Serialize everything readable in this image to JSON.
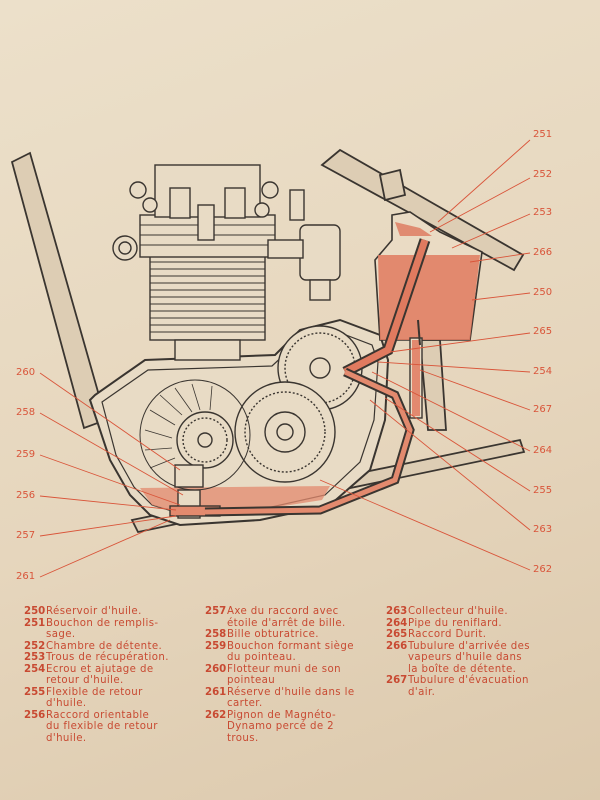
{
  "callouts": [
    {
      "id": "251",
      "label": "251"
    },
    {
      "id": "252",
      "label": "252"
    },
    {
      "id": "253",
      "label": "253"
    },
    {
      "id": "266",
      "label": "266"
    },
    {
      "id": "250",
      "label": "250"
    },
    {
      "id": "265",
      "label": "265"
    },
    {
      "id": "254",
      "label": "254"
    },
    {
      "id": "267",
      "label": "267"
    },
    {
      "id": "264",
      "label": "264"
    },
    {
      "id": "255",
      "label": "255"
    },
    {
      "id": "263",
      "label": "263"
    },
    {
      "id": "262",
      "label": "262"
    },
    {
      "id": "260",
      "label": "260"
    },
    {
      "id": "258",
      "label": "258"
    },
    {
      "id": "259",
      "label": "259"
    },
    {
      "id": "256",
      "label": "256"
    },
    {
      "id": "257",
      "label": "257"
    },
    {
      "id": "261",
      "label": "261"
    }
  ],
  "legend": {
    "col1": [
      {
        "num": "250",
        "text": "Réservoir d'huile."
      },
      {
        "num": "251",
        "text": "Bouchon de remplis-"
      },
      {
        "num": "",
        "text": "sage."
      },
      {
        "num": "252",
        "text": "Chambre de détente."
      },
      {
        "num": "253",
        "text": "Trous de récupération."
      },
      {
        "num": "254",
        "text": "Ecrou et ajutage de"
      },
      {
        "num": "",
        "text": "retour d'huile."
      },
      {
        "num": "255",
        "text": "Flexible de retour"
      },
      {
        "num": "",
        "text": "d'huile."
      },
      {
        "num": "256",
        "text": "Raccord orientable"
      },
      {
        "num": "",
        "text": "du flexible de retour"
      },
      {
        "num": "",
        "text": "d'huile."
      }
    ],
    "col2": [
      {
        "num": "257",
        "text": "Axe du raccord avec"
      },
      {
        "num": "",
        "text": "étoile d'arrêt de bille."
      },
      {
        "num": "258",
        "text": "Bille obturatrice."
      },
      {
        "num": "259",
        "text": "Bouchon formant siège"
      },
      {
        "num": "",
        "text": "du pointeau."
      },
      {
        "num": "260",
        "text": "Flotteur muni de son"
      },
      {
        "num": "",
        "text": "pointeau"
      },
      {
        "num": "261",
        "text": "Réserve d'huile dans le"
      },
      {
        "num": "",
        "text": "carter."
      },
      {
        "num": "262",
        "text": "Pignon de Magnéto-"
      },
      {
        "num": "",
        "text": "Dynamo percé de 2"
      },
      {
        "num": "",
        "text": "trous."
      }
    ],
    "col3": [
      {
        "num": "263",
        "text": "Collecteur d'huile."
      },
      {
        "num": "264",
        "text": "Pipe du reniflard."
      },
      {
        "num": "265",
        "text": "Raccord Durit."
      },
      {
        "num": "266",
        "text": "Tubulure d'arrivée des"
      },
      {
        "num": "",
        "text": "vapeurs d'huile dans"
      },
      {
        "num": "",
        "text": "la boîte de détente."
      },
      {
        "num": "267",
        "text": "Tubulure d'évacuation"
      },
      {
        "num": "",
        "text": "d'air."
      }
    ]
  },
  "colors": {
    "paper": "#e7d9c2",
    "ink": "#3a3530",
    "red": "#d9553a",
    "oil": "#e07a5f"
  }
}
